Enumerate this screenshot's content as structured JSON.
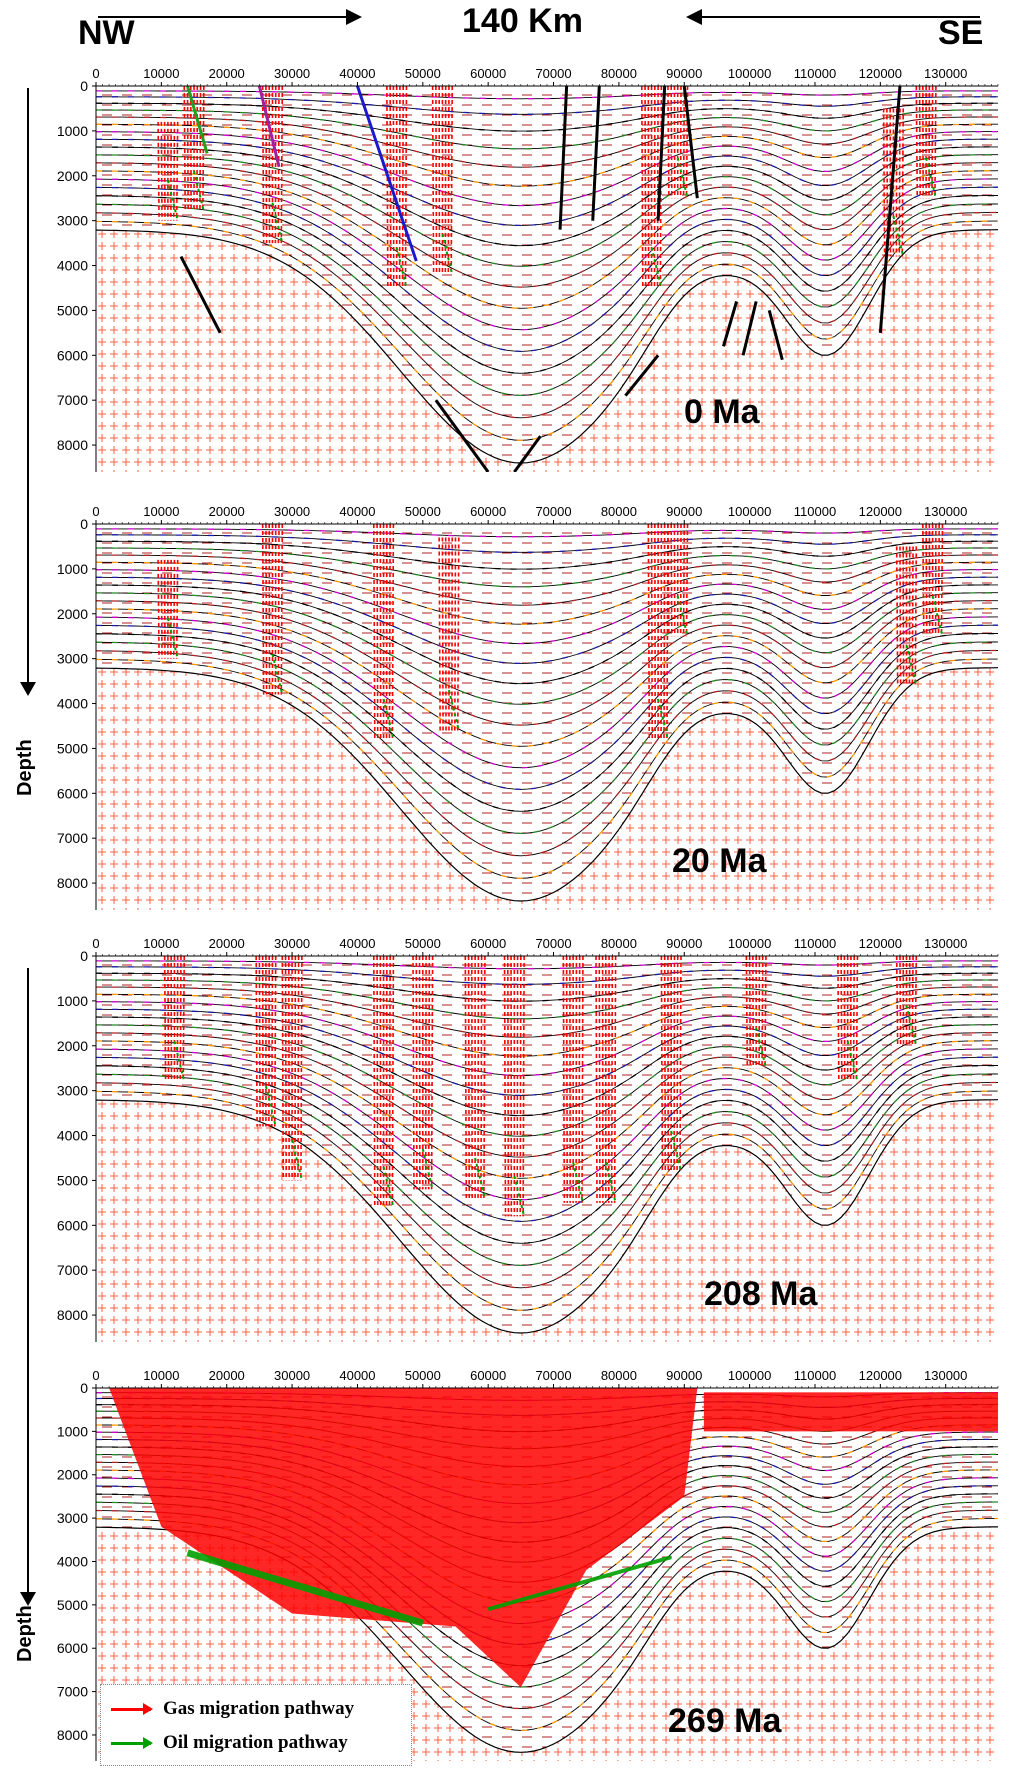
{
  "header": {
    "left_direction": "NW",
    "right_direction": "SE",
    "span": "140 Km"
  },
  "axes": {
    "depth_label": "Depth",
    "x_ticks": [
      "0",
      "10000",
      "20000",
      "30000",
      "40000",
      "50000",
      "60000",
      "70000",
      "80000",
      "90000",
      "100000",
      "110000",
      "120000",
      "130000"
    ],
    "y_ticks": [
      "0",
      "1000",
      "2000",
      "3000",
      "4000",
      "5000",
      "6000",
      "7000",
      "8000"
    ]
  },
  "panels": [
    {
      "age": "0 Ma"
    },
    {
      "age": "20 Ma"
    },
    {
      "age": "208 Ma"
    },
    {
      "age": "269 Ma"
    }
  ],
  "legend": {
    "gas": {
      "label": "Gas migration pathway",
      "color": "#ff0000"
    },
    "oil": {
      "label": "Oil migration pathway",
      "color": "#00a000"
    }
  },
  "colors": {
    "basement": "#ff6040",
    "gas": "#ff0000",
    "oil": "#00a000",
    "layers": [
      "#ff9900",
      "#cc00cc",
      "#1a1aa6",
      "#000000",
      "#228b22",
      "#b22222"
    ]
  }
}
